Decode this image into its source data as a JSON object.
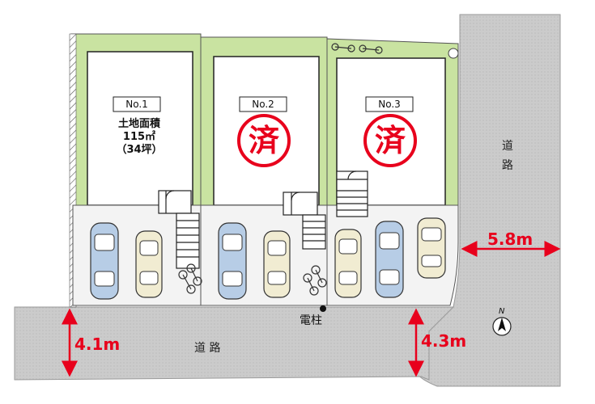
{
  "lots": [
    {
      "id": "No.1",
      "area_label": "土地面積",
      "area_value": "115㎡",
      "tsubo": "（34坪）",
      "sold": false
    },
    {
      "id": "No.2",
      "sold": true,
      "sold_mark": "済"
    },
    {
      "id": "No.3",
      "sold": true,
      "sold_mark": "済"
    }
  ],
  "roads": {
    "south_label": "道 路",
    "east_label_top": "道",
    "east_label_bottom": "路"
  },
  "measurements": {
    "south_left_width": "4.1m",
    "south_right_width": "4.3m",
    "east_width": "5.8m"
  },
  "pole_label": "電柱",
  "compass_label": "N",
  "colors": {
    "lot_green": "#c9e3a1",
    "road_gray": "#cfcfcf",
    "accent_red": "#e8001c",
    "car_blue": "#b7cde6",
    "car_ivory": "#f1ecd2"
  }
}
